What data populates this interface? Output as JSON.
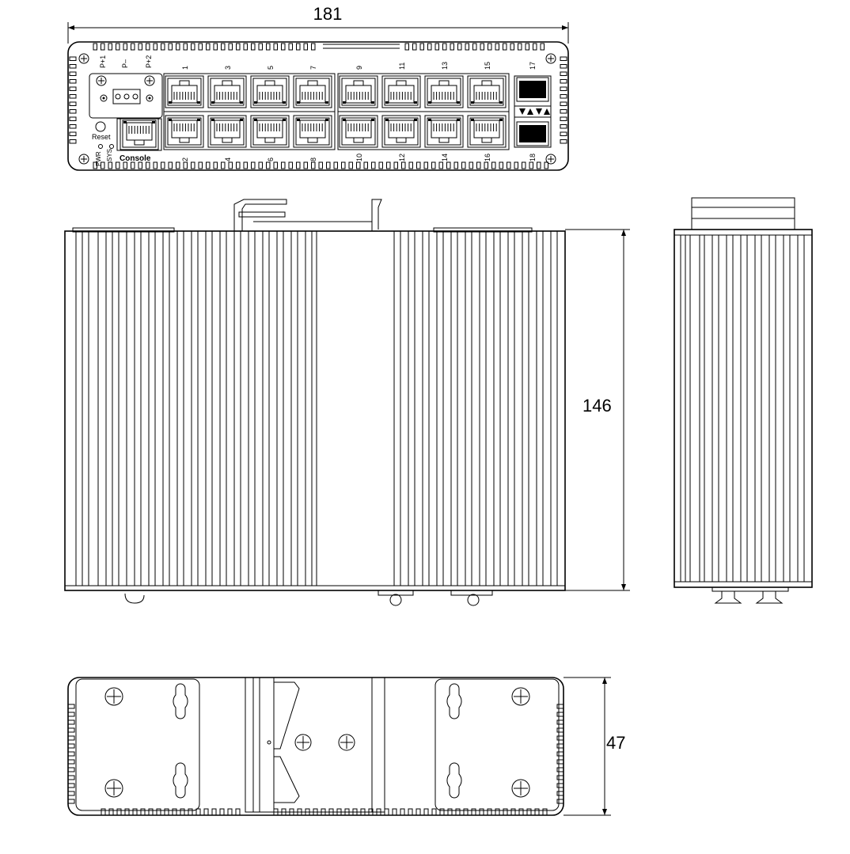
{
  "dimensions": {
    "width": "181",
    "height": "146",
    "depth": "47"
  },
  "front_panel": {
    "power_labels": [
      "P+1",
      "P–",
      "P+2"
    ],
    "reset_label": "Reset",
    "led_labels": [
      "PWR",
      "SYS"
    ],
    "console_label": "Console",
    "top_port_numbers": [
      "1",
      "3",
      "5",
      "7",
      "9",
      "11",
      "13",
      "15"
    ],
    "bottom_port_numbers": [
      "2",
      "4",
      "6",
      "8",
      "10",
      "12",
      "14",
      "16"
    ],
    "sfp_top_number": "17",
    "sfp_bottom_number": "18"
  },
  "icons": [
    "screw-icon",
    "rj45-port-icon",
    "sfp-port-icon",
    "terminal-block-icon",
    "led-indicator-icon",
    "din-clip-icon",
    "mounting-slot-icon"
  ],
  "colors": {
    "line": "#000000",
    "background": "#ffffff"
  }
}
